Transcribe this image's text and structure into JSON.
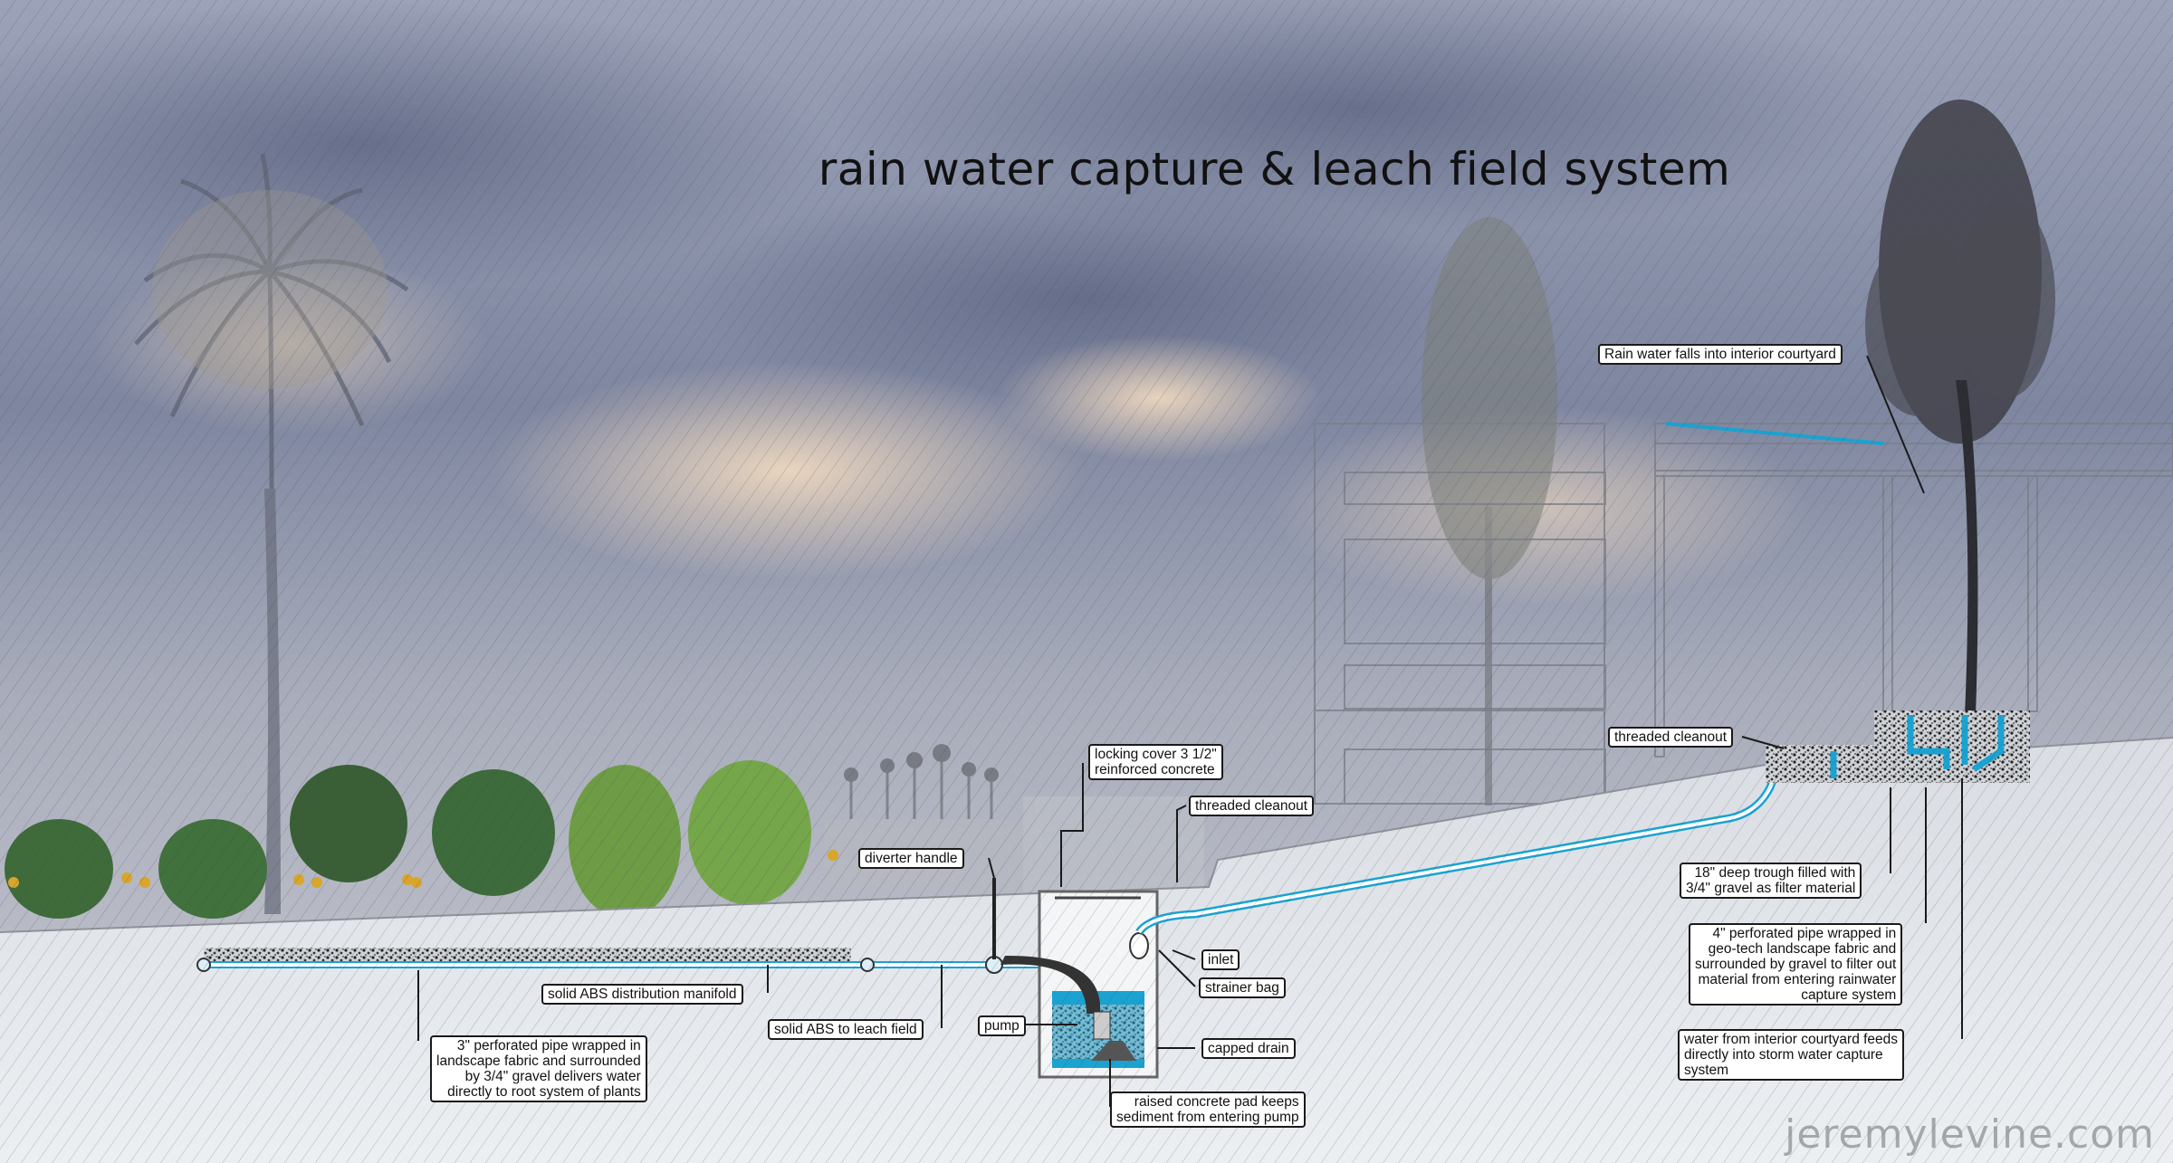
{
  "title": "rain water capture & leach field system",
  "watermark": "jeremylevine.com",
  "callouts": {
    "rain_courtyard": "Rain water falls into interior courtyard",
    "threaded_cleanout_right": "threaded cleanout",
    "locking_cover": "locking cover 3 1/2\"\nreinforced concrete",
    "threaded_cleanout_tank": "threaded cleanout",
    "diverter_handle": "diverter handle",
    "inlet": "inlet",
    "strainer_bag": "strainer bag",
    "capped_drain": "capped drain",
    "pump": "pump",
    "raised_pad": "raised concrete pad keeps\nsediment from entering pump",
    "abs_manifold": "solid ABS distribution manifold",
    "abs_leach": "solid ABS to leach field",
    "perforated_pipe_left": "3\" perforated pipe wrapped in\nlandscape fabric and surrounded\nby 3/4\" gravel delivers water\ndirectly to root system of plants",
    "trough": "18\" deep trough filled with\n3/4\" gravel as filter material",
    "perforated_pipe_right": "4\" perforated pipe wrapped in\ngeo-tech landscape fabric and\nsurrounded by gravel to filter out\nmaterial from entering rainwater\ncapture system",
    "courtyard_feed": "water from interior courtyard feeds\ndirectly into storm water capture\nsystem"
  },
  "colors": {
    "water": "#1aa3d1",
    "ground": "#e6e9ee",
    "sky": "#8c94ab"
  }
}
